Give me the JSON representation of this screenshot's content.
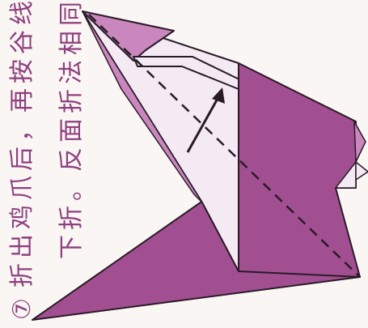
{
  "step": {
    "marker": "⑦",
    "line1": "折出鸡爪后，再按谷线",
    "line2": "下折。反面折法相同。"
  },
  "colors": {
    "background": "#F9F6F3",
    "paper_light": "#F4EAF3",
    "paper_mid": "#C987BE",
    "paper_dark": "#A24F92",
    "paper_deep": "#8E3F7F",
    "outline": "#2A1A28",
    "text": "#8E3F7F"
  },
  "icons": {
    "fold_arrow": "valley-fold-arrow",
    "fold_line": "valley-fold-dashed-line"
  }
}
